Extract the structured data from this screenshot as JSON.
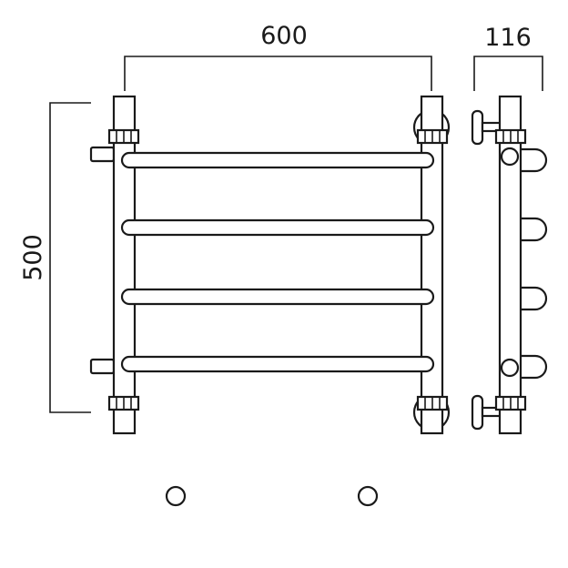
{
  "dimensions": {
    "width_label": "600",
    "height_label": "500",
    "depth_label": "116"
  },
  "drawing": {
    "rail_count": 4,
    "line_color": "#1a1a1a",
    "fill_color": "#ffffff"
  }
}
